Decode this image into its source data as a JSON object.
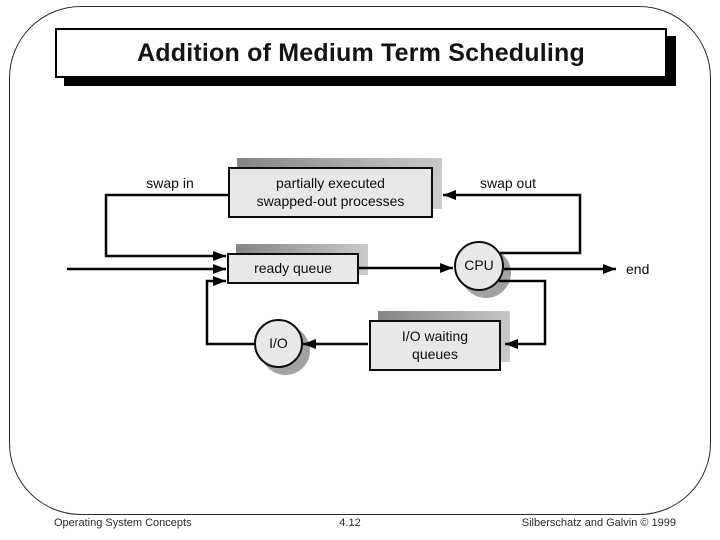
{
  "title": "Addition of Medium Term Scheduling",
  "diagram": {
    "nodes": {
      "swapped_out": {
        "line1": "partially executed",
        "line2": "swapped-out processes"
      },
      "ready_queue": {
        "label": "ready queue"
      },
      "cpu": {
        "label": "CPU"
      },
      "io": {
        "label": "I/O"
      },
      "io_waiting": {
        "line1": "I/O waiting",
        "line2": "queues"
      }
    },
    "labels": {
      "swap_in": "swap in",
      "swap_out": "swap out",
      "end": "end"
    },
    "edges": [
      {
        "from": "swapped-out-processes",
        "to": "ready-queue",
        "label": "swap in"
      },
      {
        "from": "entry",
        "to": "ready-queue",
        "label": ""
      },
      {
        "from": "io",
        "to": "ready-queue",
        "label": ""
      },
      {
        "from": "ready-queue",
        "to": "cpu",
        "label": ""
      },
      {
        "from": "cpu",
        "to": "swapped-out-processes",
        "label": "swap out"
      },
      {
        "from": "cpu",
        "to": "end",
        "label": "end"
      },
      {
        "from": "cpu",
        "to": "io-waiting-queues",
        "label": ""
      },
      {
        "from": "io-waiting-queues",
        "to": "io",
        "label": ""
      }
    ],
    "colors": {
      "node_fill": "#e8e8e8",
      "node_border": "#0d0d0d",
      "line": "#050505",
      "shadow_dark": "#858585",
      "shadow_light": "#cccccc",
      "title_shadow": "#000000"
    }
  },
  "footer": {
    "course": "Operating System Concepts",
    "page_number": "4.12",
    "credit": "Silberschatz and Galvin © 1999"
  }
}
